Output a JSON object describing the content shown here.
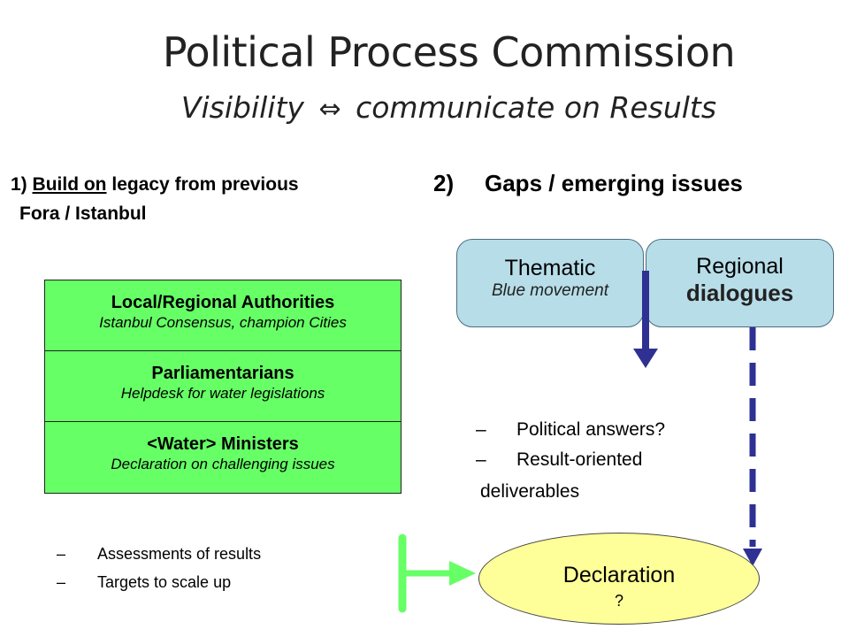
{
  "header": {
    "title": "Political Process Commission",
    "subtitle_left": "Visibility",
    "subtitle_right": "communicate on Results"
  },
  "left": {
    "heading_number": "1)",
    "heading_underlined": "Build on",
    "heading_rest": "legacy from previous",
    "heading_line2": "Fora / Istanbul",
    "stack": [
      {
        "title": "Local/Regional Authorities",
        "subtitle": "Istanbul Consensus, champion Cities"
      },
      {
        "title": "Parliamentarians",
        "subtitle": "Helpdesk for water legislations"
      },
      {
        "title": "<Water> Ministers",
        "subtitle": "Declaration on challenging issues"
      }
    ],
    "bullets": [
      "Assessments of results",
      "Targets to scale up"
    ]
  },
  "right": {
    "heading_number": "2)",
    "heading_text": "Gaps / emerging issues",
    "thematic": {
      "title": "Thematic",
      "subtitle": "Blue movement"
    },
    "regional": {
      "title_line1": "Regional",
      "title_line2": "dialogues"
    },
    "bullets": [
      "Political answers?",
      "Result-oriented"
    ],
    "bullet_continuation": "deliverables",
    "declaration": {
      "title": "Declaration",
      "suffix": "?"
    }
  },
  "bullet_dash": "–",
  "colors": {
    "stack_fill": "#66ff66",
    "pill_fill": "#b7dde8",
    "declaration_fill": "#ffff99",
    "arrow_navy": "#2e3192",
    "connector_green": "#66ff66"
  },
  "icons": {
    "subtitle_arrow": "double-headed-arrow-icon"
  }
}
